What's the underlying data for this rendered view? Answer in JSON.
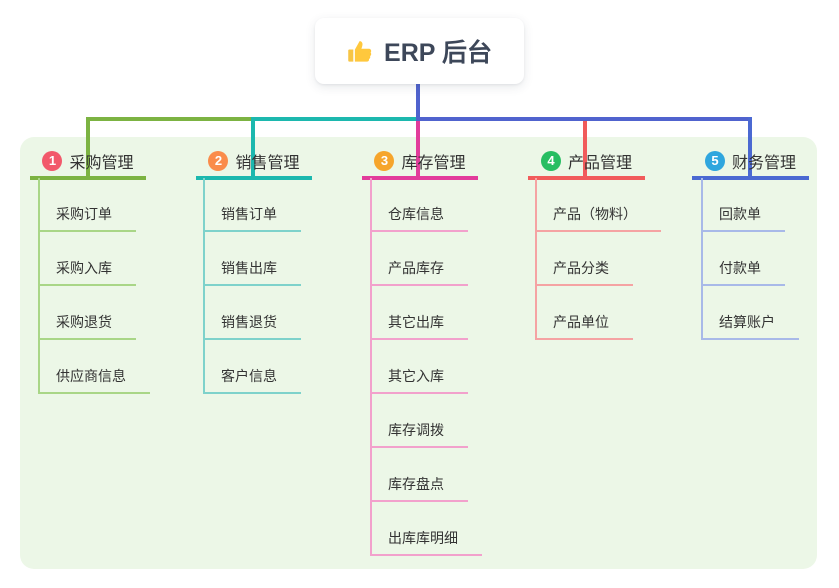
{
  "root": {
    "label": "ERP 后台",
    "icon": "thumbs-up-icon",
    "card_color": "#FFFFFF",
    "text_color": "#3D4759"
  },
  "canvas": {
    "panel_color": "#ECF7E7",
    "trunk_color": "#5063CE"
  },
  "branches": [
    {
      "index": "1",
      "label": "采购管理",
      "badge_color": "#F2596B",
      "line_color": "#7CB342",
      "light_line_color": "#A9D687",
      "children": [
        "采购订单",
        "采购入库",
        "采购退货",
        "供应商信息"
      ]
    },
    {
      "index": "2",
      "label": "销售管理",
      "badge_color": "#FA8C4B",
      "line_color": "#1CB8AE",
      "light_line_color": "#7ED2CB",
      "children": [
        "销售订单",
        "销售出库",
        "销售退货",
        "客户信息"
      ]
    },
    {
      "index": "3",
      "label": "库存管理",
      "badge_color": "#F6A52B",
      "line_color": "#E23C9B",
      "light_line_color": "#F2A1CC",
      "children": [
        "仓库信息",
        "产品库存",
        "其它出库",
        "其它入库",
        "库存调拨",
        "库存盘点",
        "出库库明细"
      ]
    },
    {
      "index": "4",
      "label": "产品管理",
      "badge_color": "#27BE62",
      "line_color": "#F15B5B",
      "light_line_color": "#F5A3A3",
      "children": [
        "产品（物料）",
        "产品分类",
        "产品单位"
      ]
    },
    {
      "index": "5",
      "label": "财务管理",
      "badge_color": "#2FA6DE",
      "line_color": "#4B69D2",
      "light_line_color": "#A8B9E8",
      "children": [
        "回款单",
        "付款单",
        "结算账户"
      ]
    }
  ]
}
